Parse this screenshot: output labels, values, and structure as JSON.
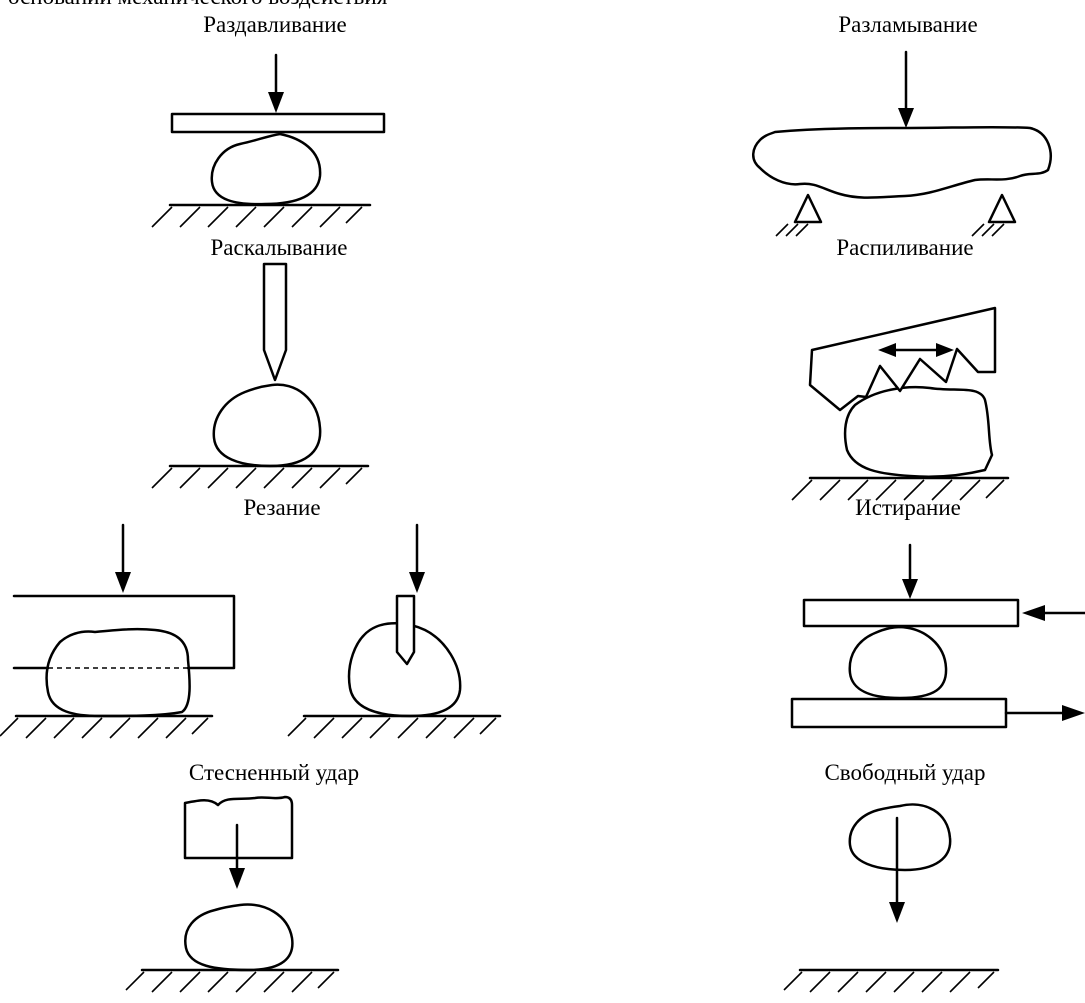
{
  "header_fragment": "основании механического воздействия",
  "labels": {
    "crushing": "Раздавливание",
    "breaking": "Разламывание",
    "splitting": "Раскалывание",
    "sawing": "Распиливание",
    "cutting": "Резание",
    "abrasion": "Истирание",
    "confined_impact": "Стесненный удар",
    "free_impact": "Свободный удар"
  }
}
